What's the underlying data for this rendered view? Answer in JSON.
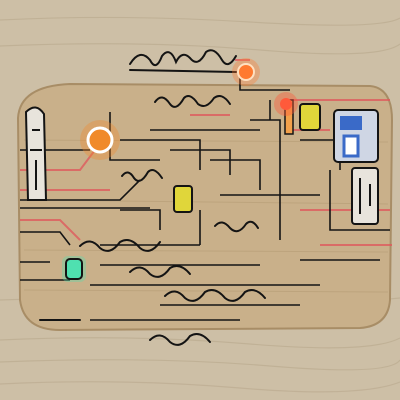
{
  "background": {
    "wood_base": "#cdbfa6",
    "wood_light": "#ddd0b8",
    "wood_grain": "#b9a98d",
    "board": "#c9b08a",
    "board_edge": "#a88d66"
  },
  "colors": {
    "ink": "#141414",
    "red_trace": "#e0555a",
    "led_orange": "#f08a2a",
    "led_red": "#ff5a3a",
    "led_yellow": "#e0d63a",
    "led_green": "#4fe0b0",
    "module_panel": "#cfd6e4",
    "module_blue": "#3a6ac8"
  },
  "components": {
    "leds": [
      {
        "name": "led-orange-left",
        "color": "#f08a2a"
      },
      {
        "name": "led-orange-top",
        "color": "#ff7a30"
      },
      {
        "name": "led-red-right",
        "color": "#ff5a3a"
      },
      {
        "name": "led-green",
        "color": "#4fe0b0"
      }
    ],
    "chips": [
      {
        "name": "yellow-chip-center",
        "color": "#e0d63a"
      },
      {
        "name": "yellow-chip-right",
        "color": "#e0d63a"
      }
    ],
    "module": {
      "name": "blue-module",
      "panel": "#cfd6e4",
      "accent": "#3a6ac8"
    }
  }
}
